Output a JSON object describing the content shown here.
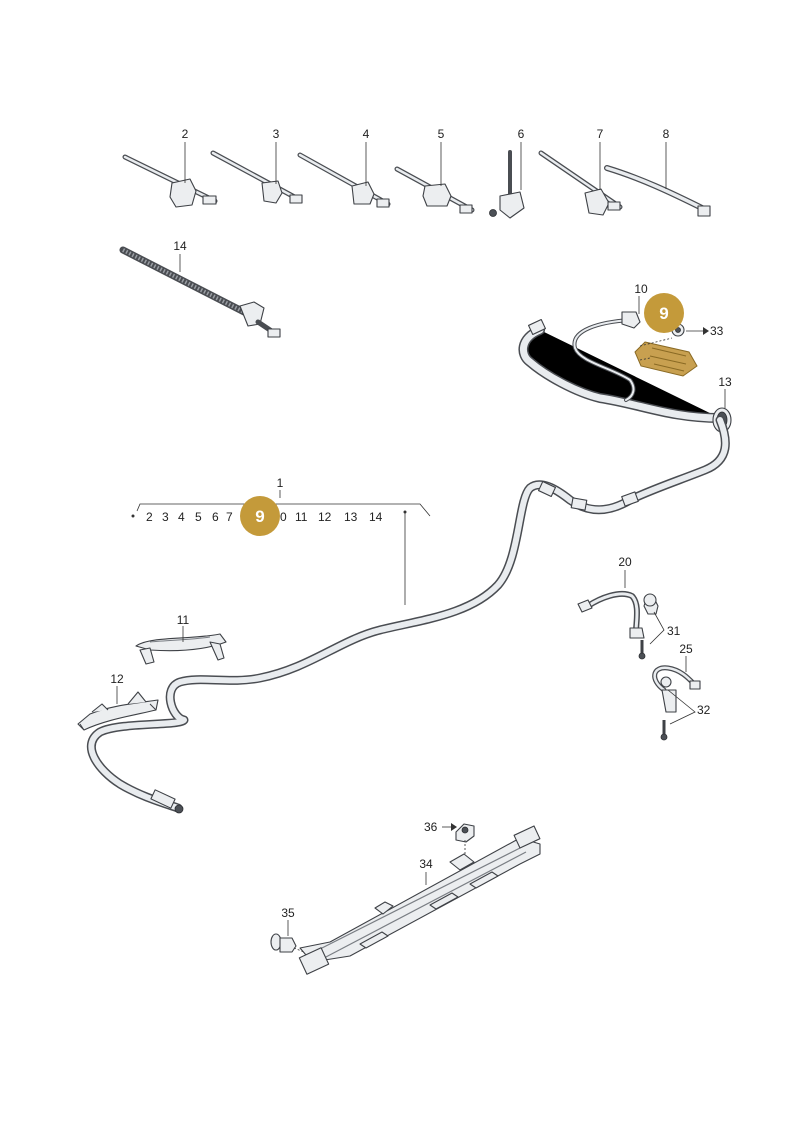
{
  "callouts": {
    "c1": "1",
    "c2": "2",
    "c3": "3",
    "c4": "4",
    "c5": "5",
    "c6": "6",
    "c7": "7",
    "c8": "8",
    "c10": "10",
    "c11": "11",
    "c12": "12",
    "c13": "13",
    "c14": "14",
    "c20": "20",
    "c25": "25",
    "c31": "31",
    "c32": "32",
    "c33": "33",
    "c34": "34",
    "c35": "35",
    "c36": "36"
  },
  "group_list": {
    "items": [
      "2",
      "3",
      "4",
      "5",
      "6",
      "7",
      "0",
      "11",
      "12",
      "13",
      "14"
    ]
  },
  "badges": {
    "top": "9",
    "group": "9"
  },
  "colors": {
    "badge": "#c49a3a",
    "bracket": "#c8a050",
    "line": "#333333"
  }
}
